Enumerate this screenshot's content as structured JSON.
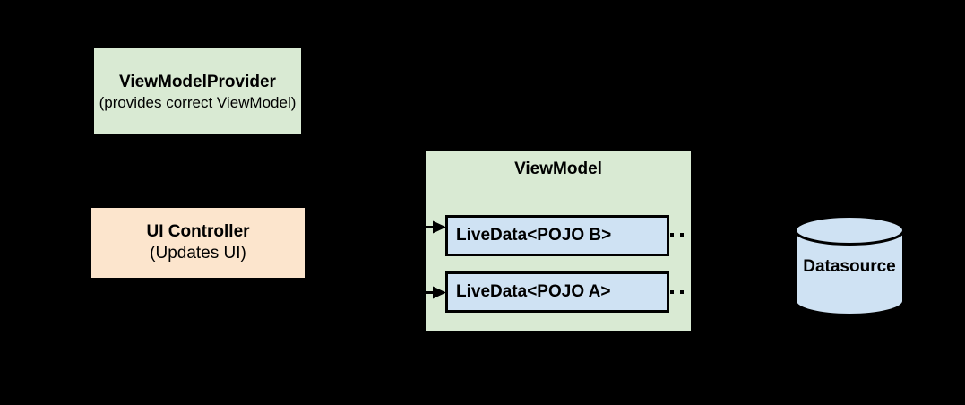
{
  "diagram": {
    "colors": {
      "canvas-bg": "#000000",
      "node-green": "#d9ead3",
      "node-orange": "#fce5cd",
      "node-blue": "#cfe2f3",
      "ink": "#000000"
    },
    "nodes": {
      "view_model_provider": {
        "title": "ViewModelProvider",
        "subtitle": "(provides correct ViewModel)"
      },
      "ui_controller": {
        "title": "UI Controller",
        "subtitle": "(Updates UI)"
      },
      "view_model": {
        "title": "ViewModel",
        "livedata": [
          {
            "label": "LiveData<POJO B>"
          },
          {
            "label": "LiveData<POJO A>"
          }
        ]
      },
      "datasource": {
        "label": "Datasource"
      }
    }
  }
}
